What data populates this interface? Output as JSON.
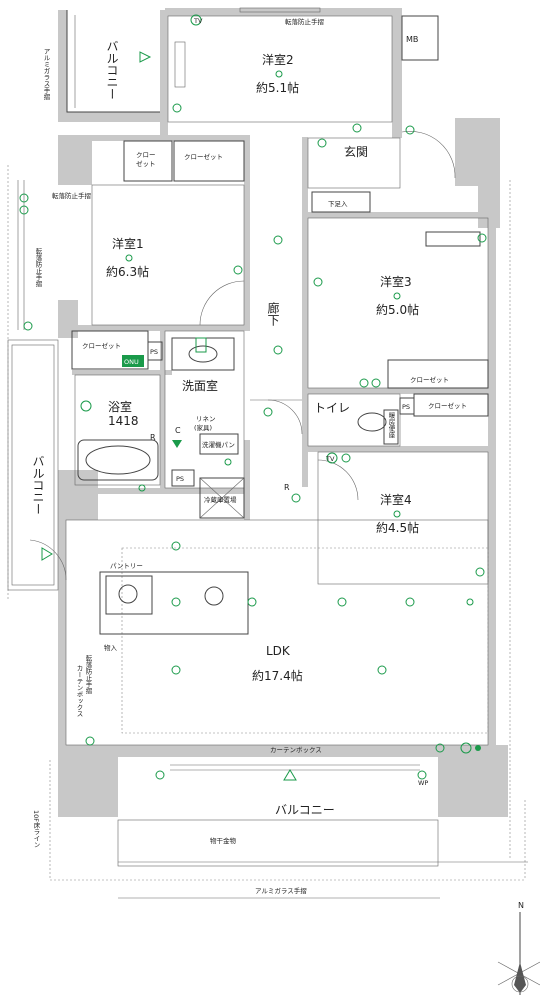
{
  "rooms": {
    "western2_name": "洋室2",
    "western2_size": "約5.1帖",
    "western1_name": "洋室1",
    "western1_size": "約6.3帖",
    "western3_name": "洋室3",
    "western3_size": "約5.0帖",
    "western4_name": "洋室4",
    "western4_size": "約4.5帖",
    "ldk_name": "LDK",
    "ldk_size": "約17.4帖",
    "genkan": "玄関",
    "corridor": "廊下",
    "washroom": "洗面室",
    "bathroom_name": "浴室",
    "bathroom_size": "1418",
    "toilet": "トイレ",
    "mb": "MB"
  },
  "labels": {
    "balcony_top": "バルコニー",
    "balcony_left": "バルコニー",
    "balcony_bottom": "バルコニー",
    "closet_a_1": "クロー",
    "closet_a_2": "ゼット",
    "closet_b": "クローゼット",
    "closet_c": "クローゼット",
    "closet_d": "クローゼット",
    "closet_e": "クローゼット",
    "getabako": "下足入",
    "ps1": "PS",
    "ps2": "PS",
    "ps3": "PS",
    "onu": "ONU",
    "linen_1": "リネン",
    "linen_2": "(家具)",
    "washing_pan": "洗濯機パン",
    "dryer_space": "冷蔵庫置場",
    "pantry": "パントリー",
    "storage": "物入",
    "curtain_box_top": "カーテンボックス",
    "curtain_box_side": "カーテンボックス",
    "fall_guard_top": "転落防止手摺",
    "fall_guard_left": "転落防止手摺",
    "fall_guard_left2": "転落防止手摺",
    "fall_guard_side": "転落防止手摺",
    "alum_glass_left": "アルミガラス手摺",
    "alum_glass_bottom": "アルミガラス手摺",
    "floor_line": "10F床ライン",
    "drying_hardware": "物干金物",
    "north": "N",
    "heater": "暖房便座",
    "r_mark1": "R",
    "r_mark2": "R",
    "c_mark": "C",
    "tv": "TV",
    "wp": "WP"
  },
  "colors": {
    "wall": "#c8c8c8",
    "equipment": "#1a9a4a",
    "line": "#444444"
  }
}
